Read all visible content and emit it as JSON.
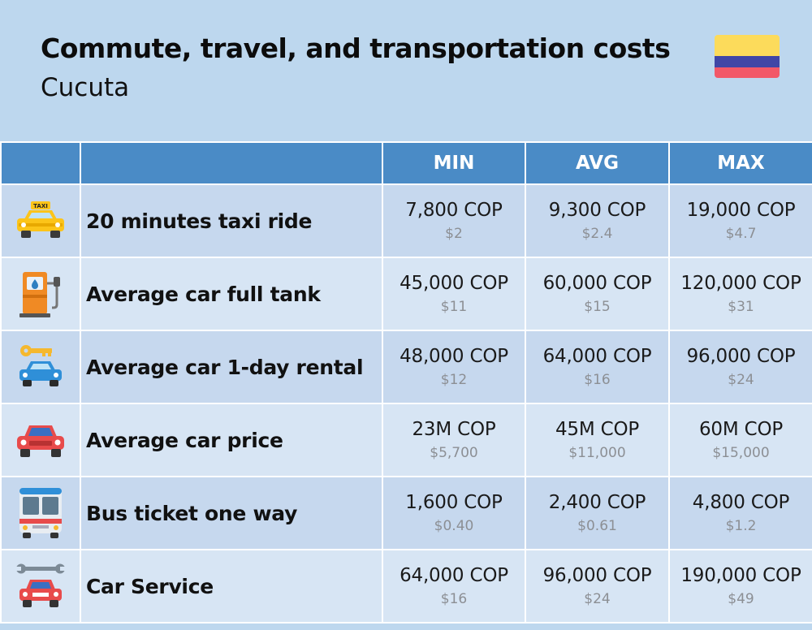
{
  "header": {
    "title": "Commute, travel, and transportation costs",
    "subtitle": "Cucuta"
  },
  "flag": {
    "name": "colombia-flag",
    "colors": [
      "#fcdb5b",
      "#4046a6",
      "#f25868"
    ]
  },
  "table": {
    "columns": [
      "",
      "",
      "MIN",
      "AVG",
      "MAX"
    ],
    "rows": [
      {
        "icon": "taxi-icon",
        "label": "20 minutes taxi ride",
        "min": {
          "cop": "7,800 COP",
          "usd": "$2"
        },
        "avg": {
          "cop": "9,300 COP",
          "usd": "$2.4"
        },
        "max": {
          "cop": "19,000 COP",
          "usd": "$4.7"
        }
      },
      {
        "icon": "fuel-pump-icon",
        "label": "Average car full tank",
        "min": {
          "cop": "45,000 COP",
          "usd": "$11"
        },
        "avg": {
          "cop": "60,000 COP",
          "usd": "$15"
        },
        "max": {
          "cop": "120,000 COP",
          "usd": "$31"
        }
      },
      {
        "icon": "car-key-icon",
        "label": "Average car 1-day rental",
        "min": {
          "cop": "48,000 COP",
          "usd": "$12"
        },
        "avg": {
          "cop": "64,000 COP",
          "usd": "$16"
        },
        "max": {
          "cop": "96,000 COP",
          "usd": "$24"
        }
      },
      {
        "icon": "car-icon",
        "label": "Average car price",
        "min": {
          "cop": "23M COP",
          "usd": "$5,700"
        },
        "avg": {
          "cop": "45M COP",
          "usd": "$11,000"
        },
        "max": {
          "cop": "60M COP",
          "usd": "$15,000"
        }
      },
      {
        "icon": "bus-icon",
        "label": "Bus ticket one way",
        "min": {
          "cop": "1,600 COP",
          "usd": "$0.40"
        },
        "avg": {
          "cop": "2,400 COP",
          "usd": "$0.61"
        },
        "max": {
          "cop": "4,800 COP",
          "usd": "$1.2"
        }
      },
      {
        "icon": "wrench-car-icon",
        "label": "Car Service",
        "min": {
          "cop": "64,000 COP",
          "usd": "$16"
        },
        "avg": {
          "cop": "96,000 COP",
          "usd": "$24"
        },
        "max": {
          "cop": "190,000 COP",
          "usd": "$49"
        }
      }
    ]
  }
}
